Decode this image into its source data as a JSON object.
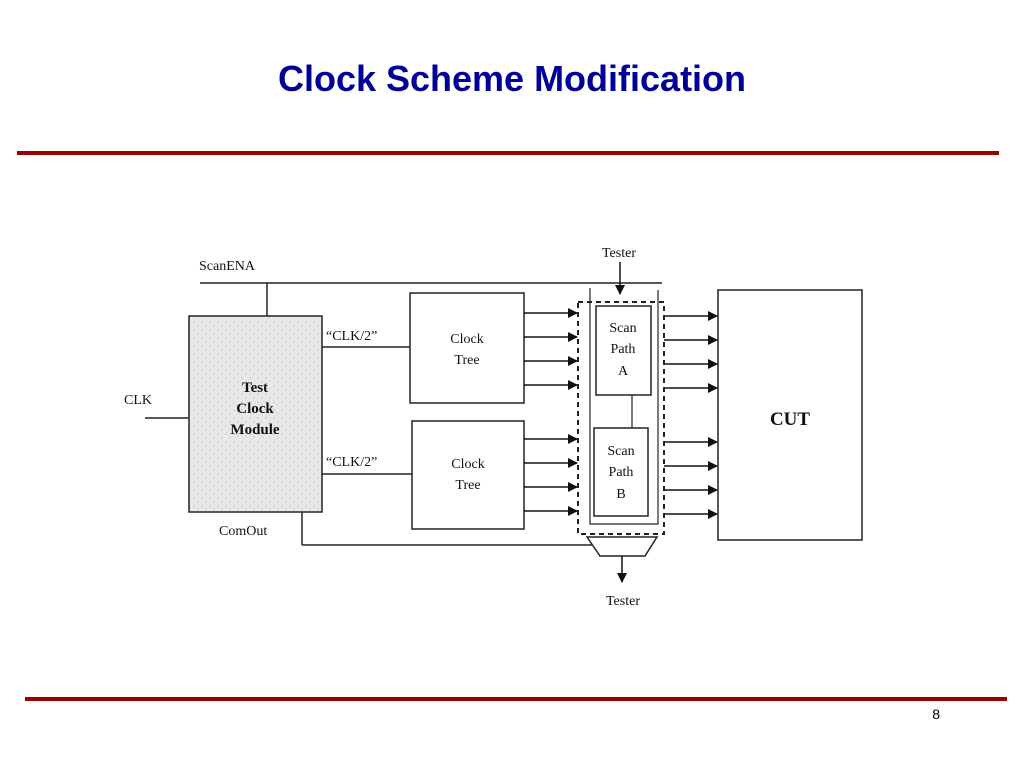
{
  "slide": {
    "title": "Clock Scheme Modification",
    "page_number": "8"
  },
  "diagram": {
    "signals": {
      "scan_ena": "ScanENA",
      "clk": "CLK",
      "clk_div2_a": "“CLK/2”",
      "clk_div2_b": "“CLK/2”",
      "com_out": "ComOut",
      "tester_in": "Tester",
      "tester_out": "Tester"
    },
    "blocks": {
      "test_clock_module": [
        "Test",
        "Clock",
        "Module"
      ],
      "clock_tree_a": [
        "Clock",
        "Tree"
      ],
      "clock_tree_b": [
        "Clock",
        "Tree"
      ],
      "scan_path_a": [
        "Scan",
        "Path",
        "A"
      ],
      "scan_path_b": [
        "Scan",
        "Path",
        "B"
      ],
      "cut": "CUT"
    }
  }
}
